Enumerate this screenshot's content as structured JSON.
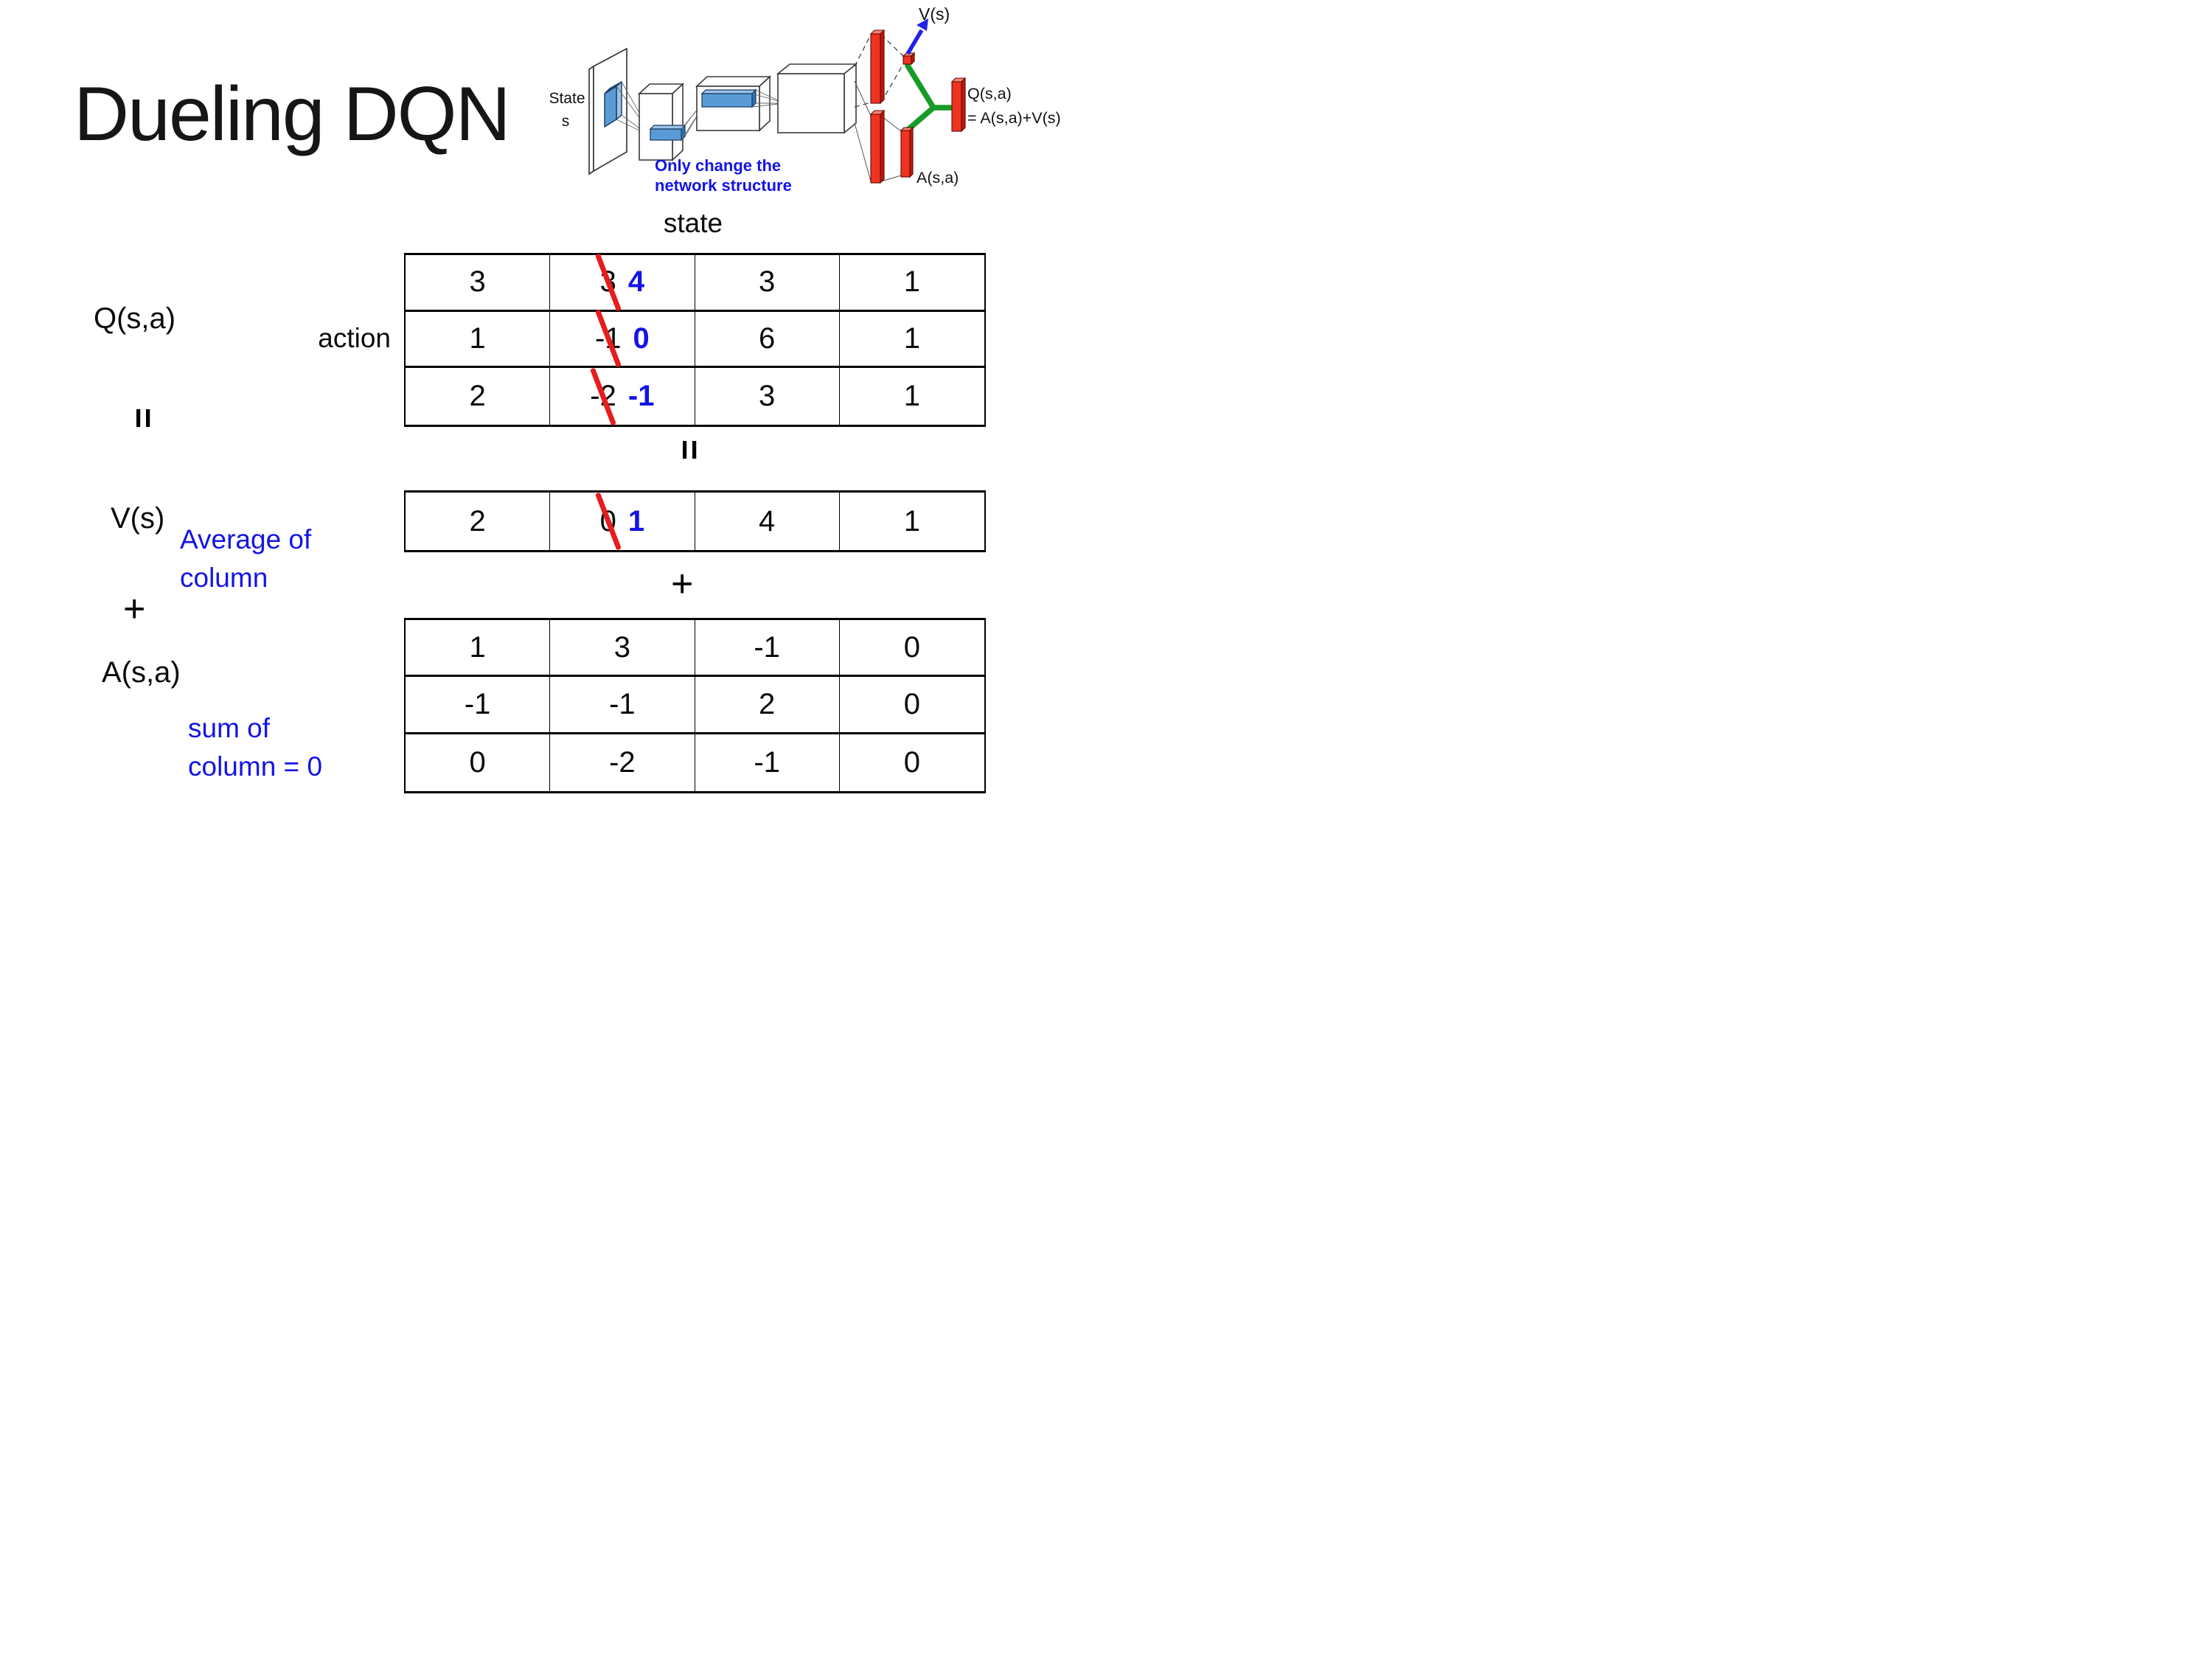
{
  "slide": {
    "title": "Dueling DQN"
  },
  "diagram": {
    "state_line1": "State",
    "state_line2": "s",
    "note_line1": "Only change the",
    "note_line2": "network structure",
    "v_out_label": "V(s)",
    "a_out_label": "A(s,a)",
    "q_out_line1": "Q(s,a)",
    "q_out_line2": "= A(s,a)+V(s)"
  },
  "equation": {
    "q_label": "Q(s,a)",
    "equals_left": "=",
    "v_label": "V(s)",
    "plus_left": "+",
    "a_label": "A(s,a)",
    "equals_mid": "=",
    "plus_mid": "+",
    "state_header": "state",
    "action_label": "action",
    "avg_note_line1": "Average of",
    "avg_note_line2": "column",
    "sum_note_line1": "sum of",
    "sum_note_line2": "column = 0"
  },
  "colors": {
    "text_blue": "#1414e6",
    "strike_red": "#e81c1c",
    "bar_red": "#ee3420",
    "merge_green": "#169c26",
    "conv_blue": "#5b9bd5"
  },
  "tables": {
    "q": {
      "rows": [
        [
          {
            "t": "3"
          },
          {
            "old": "3",
            "new": "4"
          },
          {
            "t": "3"
          },
          {
            "t": "1"
          }
        ],
        [
          {
            "t": "1"
          },
          {
            "old": "-1",
            "new": "0"
          },
          {
            "t": "6"
          },
          {
            "t": "1"
          }
        ],
        [
          {
            "t": "2"
          },
          {
            "old": "-2",
            "new": "-1"
          },
          {
            "t": "3"
          },
          {
            "t": "1"
          }
        ]
      ]
    },
    "v": {
      "rows": [
        [
          {
            "t": "2"
          },
          {
            "old": "0",
            "new": "1"
          },
          {
            "t": "4"
          },
          {
            "t": "1"
          }
        ]
      ]
    },
    "a": {
      "rows": [
        [
          {
            "t": "1"
          },
          {
            "t": "3"
          },
          {
            "t": "-1"
          },
          {
            "t": "0"
          }
        ],
        [
          {
            "t": "-1"
          },
          {
            "t": "-1"
          },
          {
            "t": "2"
          },
          {
            "t": "0"
          }
        ],
        [
          {
            "t": "0"
          },
          {
            "t": "-2"
          },
          {
            "t": "-1"
          },
          {
            "t": "0"
          }
        ]
      ]
    }
  }
}
